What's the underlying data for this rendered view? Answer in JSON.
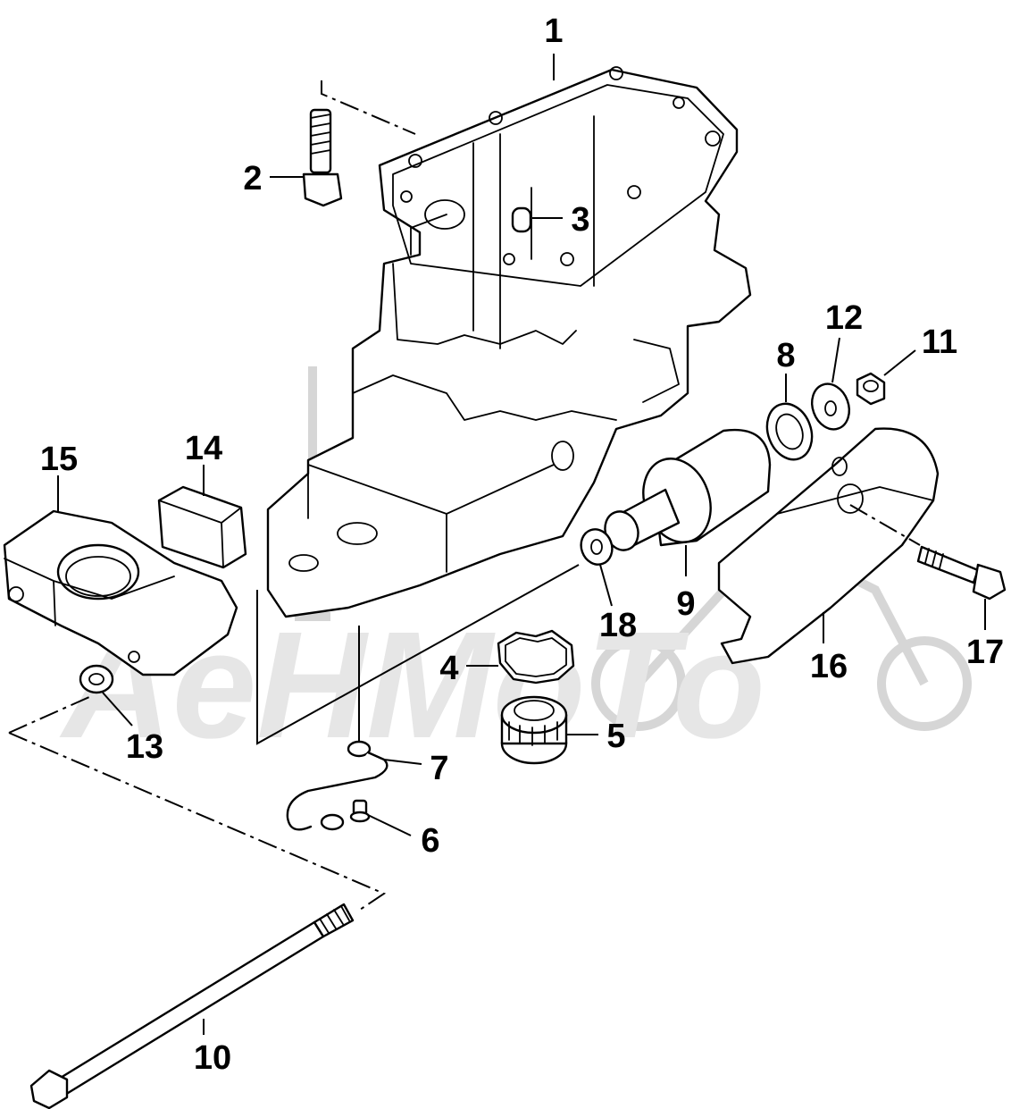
{
  "diagram": {
    "callouts": [
      {
        "id": "1",
        "label": "1"
      },
      {
        "id": "2",
        "label": "2"
      },
      {
        "id": "3",
        "label": "3"
      },
      {
        "id": "4",
        "label": "4"
      },
      {
        "id": "5",
        "label": "5"
      },
      {
        "id": "6",
        "label": "6"
      },
      {
        "id": "7",
        "label": "7"
      },
      {
        "id": "8",
        "label": "8"
      },
      {
        "id": "9",
        "label": "9"
      },
      {
        "id": "10",
        "label": "10"
      },
      {
        "id": "11",
        "label": "11"
      },
      {
        "id": "12",
        "label": "12"
      },
      {
        "id": "13",
        "label": "13"
      },
      {
        "id": "14",
        "label": "14"
      },
      {
        "id": "15",
        "label": "15"
      },
      {
        "id": "16",
        "label": "16"
      },
      {
        "id": "17",
        "label": "17"
      },
      {
        "id": "18",
        "label": "18"
      }
    ],
    "line_color": "#000000",
    "background_color": "#ffffff",
    "watermark_color": "#d6d6d6"
  }
}
